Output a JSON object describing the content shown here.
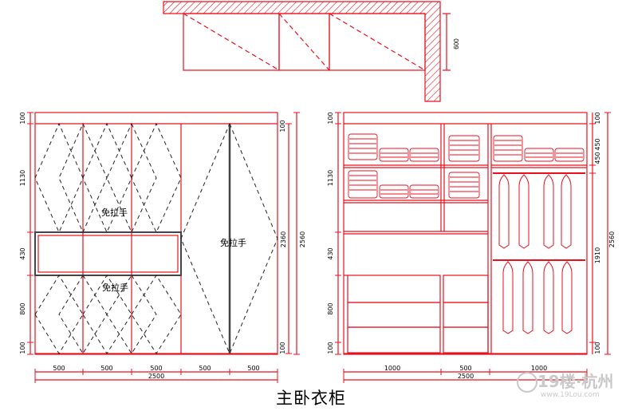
{
  "title": "主卧衣柜",
  "labels": {
    "no_handle": "免拉手"
  },
  "top_view": {
    "depth_dim": "600"
  },
  "front_view": {
    "left_dims": [
      "100",
      "1130",
      "430",
      "800",
      "100"
    ],
    "right_inner_dims": [
      "100",
      "100"
    ],
    "right_outer_dims": [
      "2360",
      "2560"
    ],
    "bottom_dims": [
      "500",
      "500",
      "500",
      "500",
      "500"
    ],
    "total_width": "2500"
  },
  "interior_view": {
    "left_dims": [
      "100",
      "1130",
      "430",
      "800",
      "100"
    ],
    "right_dims": [
      "100",
      "450",
      "450",
      "1910",
      "100"
    ],
    "right_outer_dims": [
      "2560"
    ],
    "bottom_dims": [
      "1000",
      "500",
      "1000"
    ],
    "total_width": "2500"
  },
  "watermark": {
    "text": "19楼·杭州",
    "url": "www.19Lou.com"
  },
  "colors": {
    "line": "#e8101e",
    "dim_line": "#e8101e",
    "text": "#000000",
    "frame_dark": "#444444",
    "watermark": "#c9c9c9"
  }
}
